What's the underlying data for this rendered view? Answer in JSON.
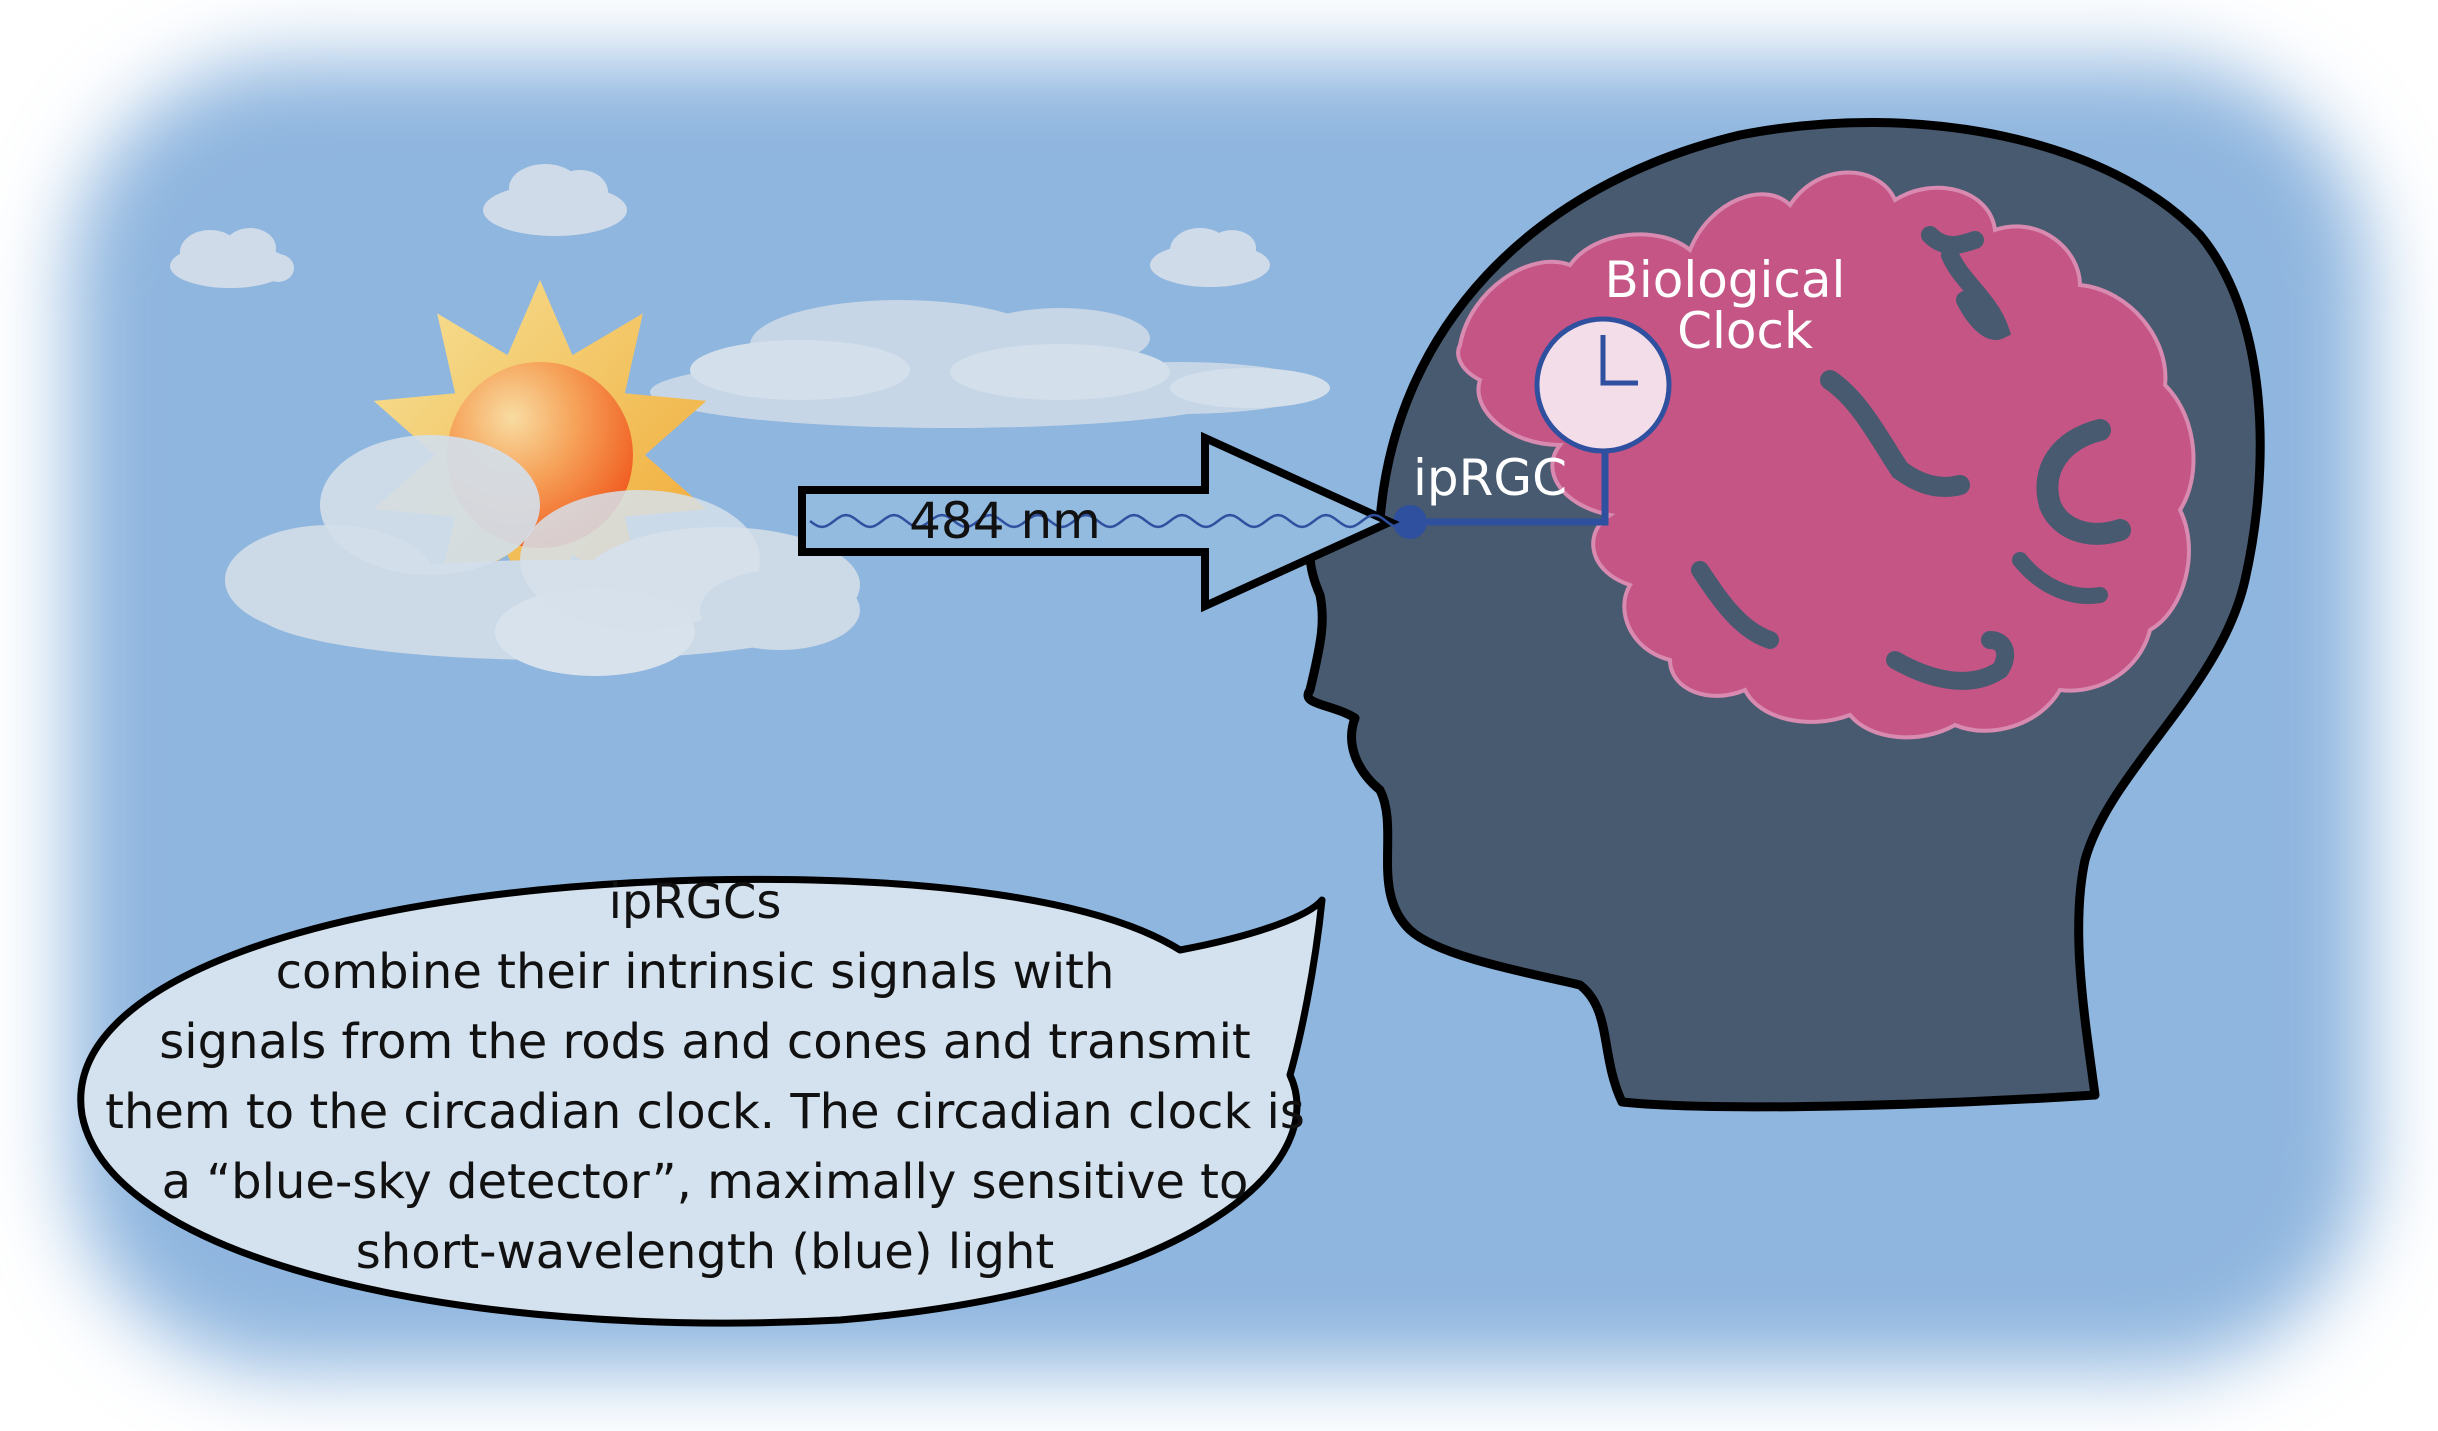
{
  "labels": {
    "wavelength": "484 nm",
    "iprgc": "ipRGC",
    "clock_line1": "Biological",
    "clock_line2": "Clock"
  },
  "bubble": {
    "lines": [
      "ipRGCs",
      "combine their intrinsic signals with",
      "signals from the rods and cones and transmit",
      "them to the circadian clock. The circadian clock is",
      "a “blue-sky detector”, maximally sensitive to",
      "short-wavelength (blue) light"
    ]
  },
  "colors": {
    "sky": "#8fb6df",
    "head": "#475a70",
    "brain": "#c45585",
    "nerve": "#2f4f9f",
    "sun_core": "#f47a2a",
    "sun_rays": "#f3b63a"
  },
  "icons": {
    "sun": "sun-icon",
    "clock": "clock-icon",
    "arrow": "arrow-right-icon"
  }
}
